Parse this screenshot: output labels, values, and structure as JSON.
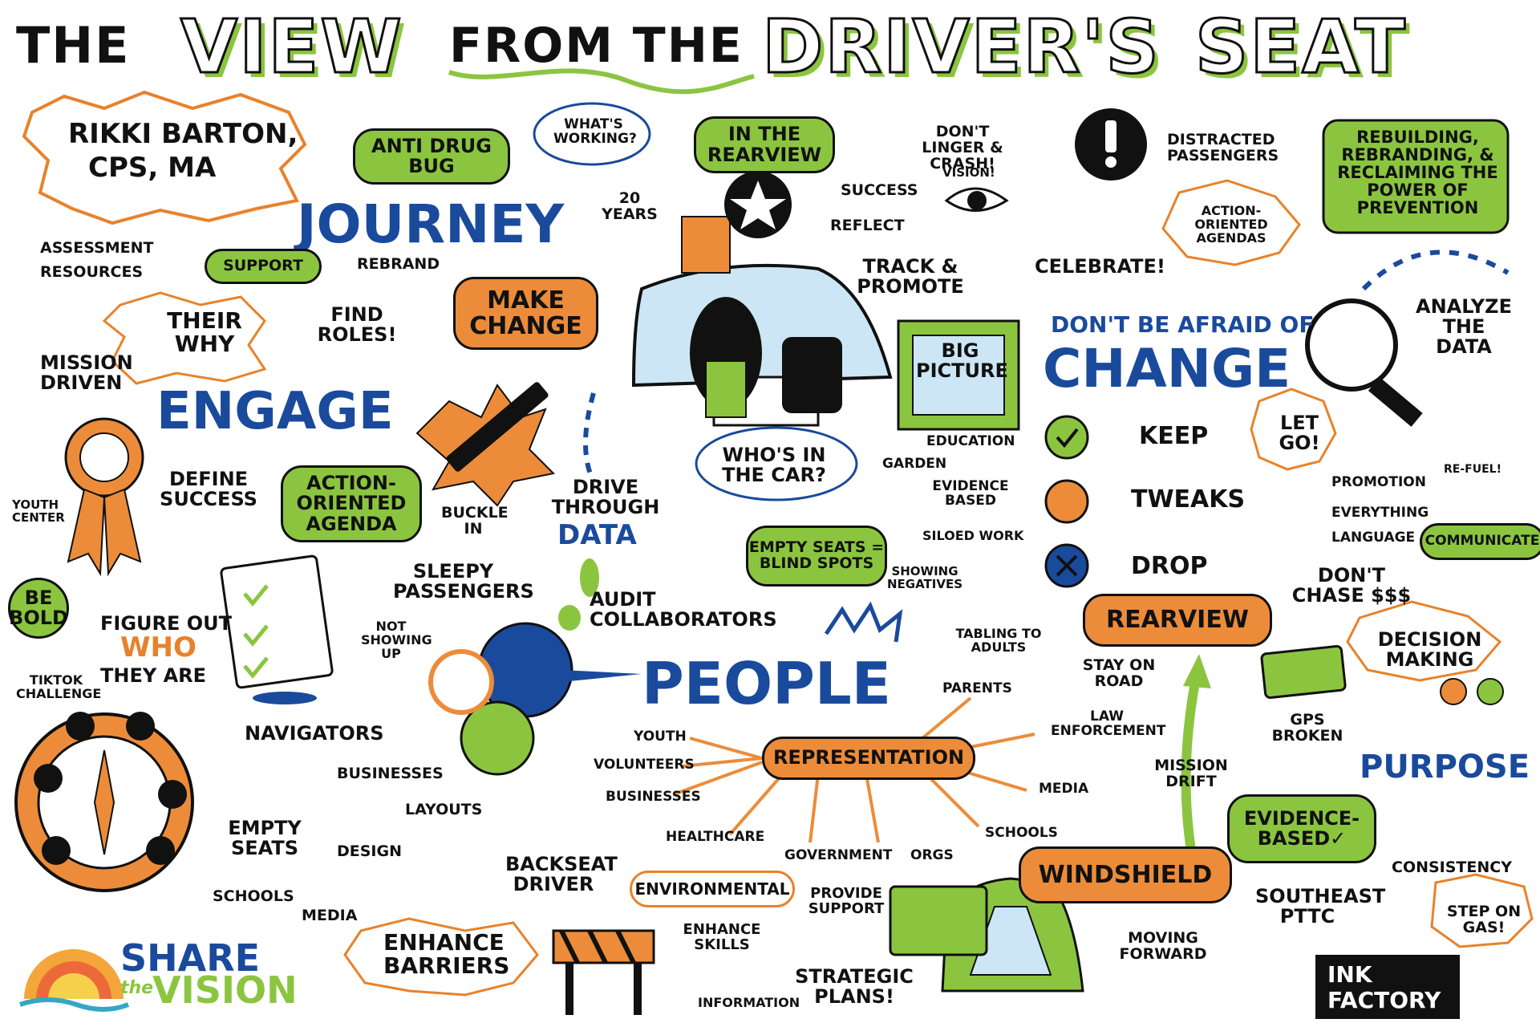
{
  "title": {
    "the1": "THE",
    "view": "VIEW",
    "from_the": "FROM THE",
    "drivers": "DRIVER'S",
    "seat": "SEAT"
  },
  "speaker": {
    "line1": "RIKKI BARTON,",
    "line2": "CPS, MA"
  },
  "left": {
    "anti_drug_bug": "ANTI DRUG BUG",
    "journey": "JOURNEY",
    "support": "SUPPORT",
    "assessment": "ASSESSMENT",
    "resources": "RESOURCES",
    "rebrand": "REBRAND",
    "make_change": "MAKE CHANGE",
    "their_why": "THEIR WHY",
    "find_roles": "FIND ROLES!",
    "mission_driven": "MISSION DRIVEN",
    "engage": "ENGAGE",
    "define_success": "DEFINE SUCCESS",
    "action_oriented_agenda": "ACTION-ORIENTED AGENDA",
    "buckle_in": "BUCKLE IN",
    "youth_center": "YOUTH CENTER",
    "be_bold": "BE BOLD",
    "figure_out": "FIGURE OUT",
    "who": "WHO",
    "they_are": "THEY ARE",
    "tiktok": "TIKTOK CHALLENGE",
    "navigators": "NAVIGATORS",
    "not_showing_up": "NOT SHOWING UP",
    "sleepy_passengers": "SLEEPY PASSENGERS",
    "businesses": "BUSINESSES",
    "empty_seats": "EMPTY SEATS",
    "schools": "SCHOOLS",
    "media": "MEDIA",
    "layouts": "LAYOUTS",
    "design": "DESIGN",
    "enhance_barriers": "ENHANCE BARRIERS",
    "backseat_driver": "BACKSEAT DRIVER"
  },
  "center": {
    "whats_working": "WHAT'S WORKING?",
    "in_the_rearview": "IN THE REARVIEW",
    "dont_linger": "DON'T LINGER & CRASH!",
    "twenty_years": "20 YEARS",
    "success": "SUCCESS",
    "reflect": "REFLECT",
    "track_promote": "TRACK & PROMOTE",
    "big_picture": "BIG PICTURE",
    "drive_through": "DRIVE THROUGH",
    "data": "DATA",
    "whos_in_car": "WHO'S IN THE CAR?",
    "empty_seats_blind": "EMPTY SEATS = BLIND SPOTS",
    "audit_collaborators": "AUDIT COLLABORATORS",
    "people": "PEOPLE",
    "representation": "REPRESENTATION",
    "youth": "YOUTH",
    "volunteers": "VOLUNTEERS",
    "businesses": "BUSINESSES",
    "healthcare": "HEALTHCARE",
    "government": "GOVERNMENT",
    "orgs": "ORGS",
    "schools": "SCHOOLS",
    "media": "MEDIA",
    "law_enforcement": "LAW ENFORCEMENT",
    "parents": "PARENTS",
    "environmental": "ENVIRONMENTAL",
    "provide_support": "PROVIDE SUPPORT",
    "enhance_skills": "ENHANCE SKILLS",
    "information": "INFORMATION",
    "strategic_plans": "STRATEGIC PLANS!"
  },
  "right": {
    "vision": "VISION!",
    "distracted": "DISTRACTED PASSENGERS",
    "action_agendas": "ACTION-ORIENTED AGENDAS",
    "celebrate": "CELEBRATE!",
    "rebuilding": "REBUILDING, REBRANDING, & RECLAIMING THE POWER OF PREVENTION",
    "analyze": "ANALYZE THE DATA",
    "dont_be_afraid": "DON'T BE AFRAID OF",
    "change": "CHANGE",
    "let_go": "LET GO!",
    "keep": "KEEP",
    "education": "EDUCATION",
    "garden": "GARDEN",
    "evidence_based_small": "EVIDENCE BASED",
    "tweaks": "TWEAKS",
    "promotion": "PROMOTION",
    "everything": "EVERYTHING",
    "language": "LANGUAGE",
    "refuel": "RE-FUEL!",
    "communicate": "COMMUNICATE",
    "siloed_work": "SILOED WORK",
    "showing_negatives": "SHOWING NEGATIVES",
    "drop": "DROP",
    "tabling": "TABLING TO ADULTS",
    "rearview": "REARVIEW",
    "dont_chase": "DON'T CHASE $$$",
    "stay_on_road": "STAY ON ROAD",
    "decision_making": "DECISION MAKING",
    "gps_broken": "GPS BROKEN",
    "mission_drift": "MISSION DRIFT",
    "purpose": "PURPOSE",
    "evidence_based": "EVIDENCE-BASED✓",
    "consistency": "CONSISTENCY",
    "windshield": "WINDSHIELD",
    "southeast_pttc": "SOUTHEAST PTTC",
    "step_on_gas": "STEP ON GAS!",
    "moving_forward": "MOVING FORWARD"
  },
  "logos": {
    "share": "SHARE",
    "the": "the",
    "vision": "VISION",
    "ink": "INK",
    "factory": "FACTORY"
  },
  "colors": {
    "green": "#8bc540",
    "orange": "#ec8c3a",
    "blue": "#1a4a9c",
    "black": "#111111"
  }
}
